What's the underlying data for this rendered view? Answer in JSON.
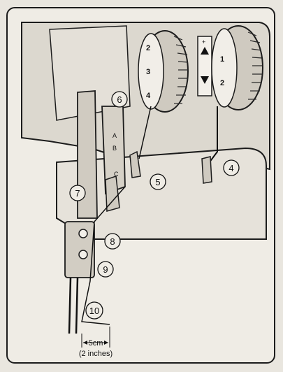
{
  "callouts": {
    "n4": "4",
    "n5": "5",
    "n6": "6",
    "n7": "7",
    "n8": "8",
    "n9": "9",
    "n10": "10"
  },
  "dial_left": {
    "n2": "2",
    "n3": "3",
    "n4": "4"
  },
  "dial_right": {
    "n1": "1",
    "n2": "2"
  },
  "bar_marks": {
    "a": "A",
    "b": "B",
    "c": "C"
  },
  "measurement": {
    "value": "5cm",
    "inches": "(2 inches)"
  }
}
